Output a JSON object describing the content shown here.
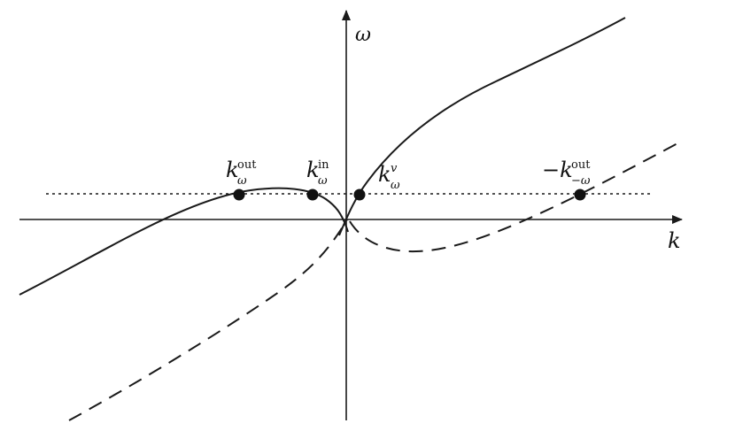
{
  "axes": {
    "x_label": "k",
    "y_label": "ω"
  },
  "curves": {
    "solid": "ω(k) branch",
    "dashed": "second branch"
  },
  "points": [
    {
      "id": "k_out",
      "main": "k",
      "sup": "out",
      "sub": "ω"
    },
    {
      "id": "k_in",
      "main": "k",
      "sup": "in",
      "sub": "ω"
    },
    {
      "id": "k_v",
      "main": "k",
      "sup": "v",
      "sub": "ω"
    },
    {
      "id": "minus_k_out",
      "main": "−k",
      "sup": "out",
      "sub": "−ω"
    }
  ]
}
